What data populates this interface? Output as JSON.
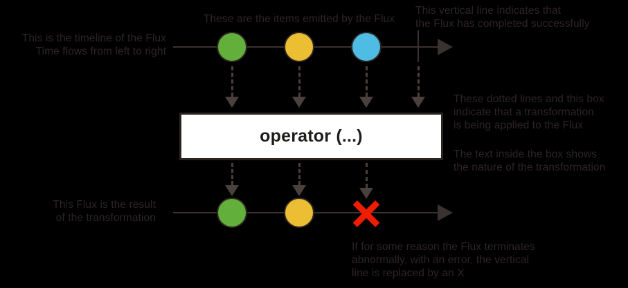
{
  "diagram": {
    "title": "Flux marble diagram",
    "background_color": "#000000",
    "stroke_color": "#3a3230",
    "text_color": "#2e2426"
  },
  "annotations": {
    "timeline_left": "This is the timeline of the Flux\nTime flows from left to right",
    "items_emitted": "These are the items emitted by the Flux",
    "completion_line": "This vertical line indicates that\nthe Flux has completed successfully",
    "dotted_lines_box": "These dotted lines and this box\nindicate that a transformation\nis being applied to the Flux",
    "box_text_meaning": "The text inside the box shows\nthe nature of the transformation",
    "result_flux": "This Flux is the result\nof the transformation",
    "error_x": "If for some reason the Flux terminates\nabnormally, with an error, the vertical\nline is replaced by an X"
  },
  "operator": {
    "label": "operator (...)",
    "fill": "#ffffff",
    "border": "#2b2320",
    "text_color": "#1d1d1b"
  },
  "source_timeline": {
    "name": "source-flux",
    "marbles": [
      {
        "id": "green",
        "color": "#63af3c"
      },
      {
        "id": "yellow",
        "color": "#ebbe34"
      },
      {
        "id": "blue",
        "color": "#4fbce3"
      }
    ],
    "terminator": "completion-line"
  },
  "result_timeline": {
    "name": "result-flux",
    "marbles": [
      {
        "id": "green",
        "color": "#63af3c"
      },
      {
        "id": "yellow",
        "color": "#ebbe34"
      }
    ],
    "terminator": "error-x",
    "error_color": "#ee1c00"
  }
}
